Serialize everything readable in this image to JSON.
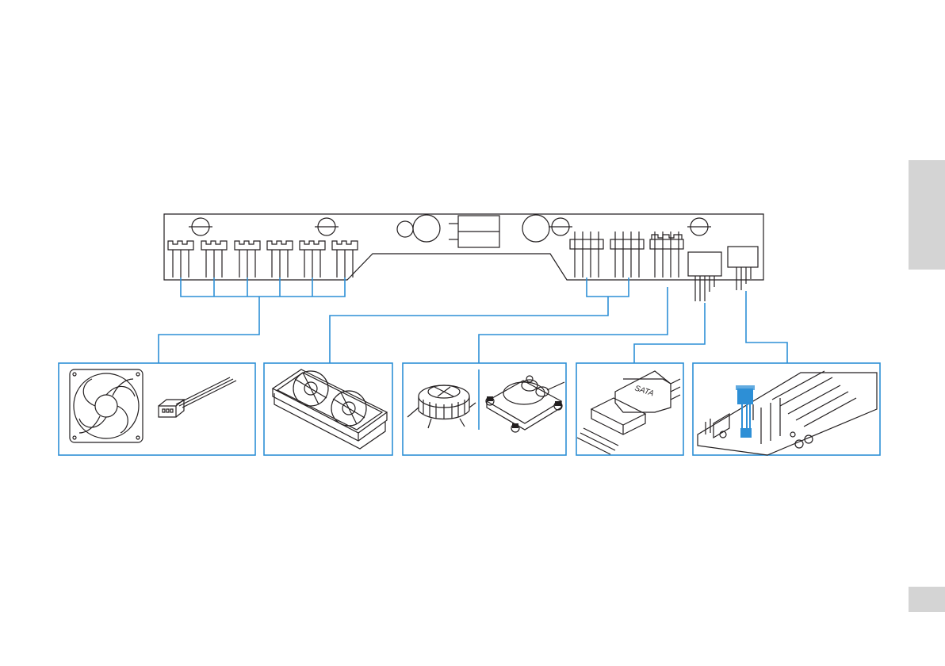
{
  "sata_connector": {
    "label": "SATA"
  },
  "colors": {
    "accent": "#2d8fd6",
    "line": "#231f20",
    "tab": "#d4d4d4"
  },
  "panels": [
    {
      "name": "case-fan-and-3pin-cable",
      "icon": "fan-icon"
    },
    {
      "name": "aio-radiator",
      "icon": "radiator-icon"
    },
    {
      "name": "cpu-cooler-and-water-block",
      "icon": "cpu-cooler-icon"
    },
    {
      "name": "sata-power-cable",
      "icon": "sata-cable-icon"
    },
    {
      "name": "motherboard-header",
      "icon": "motherboard-icon"
    }
  ]
}
